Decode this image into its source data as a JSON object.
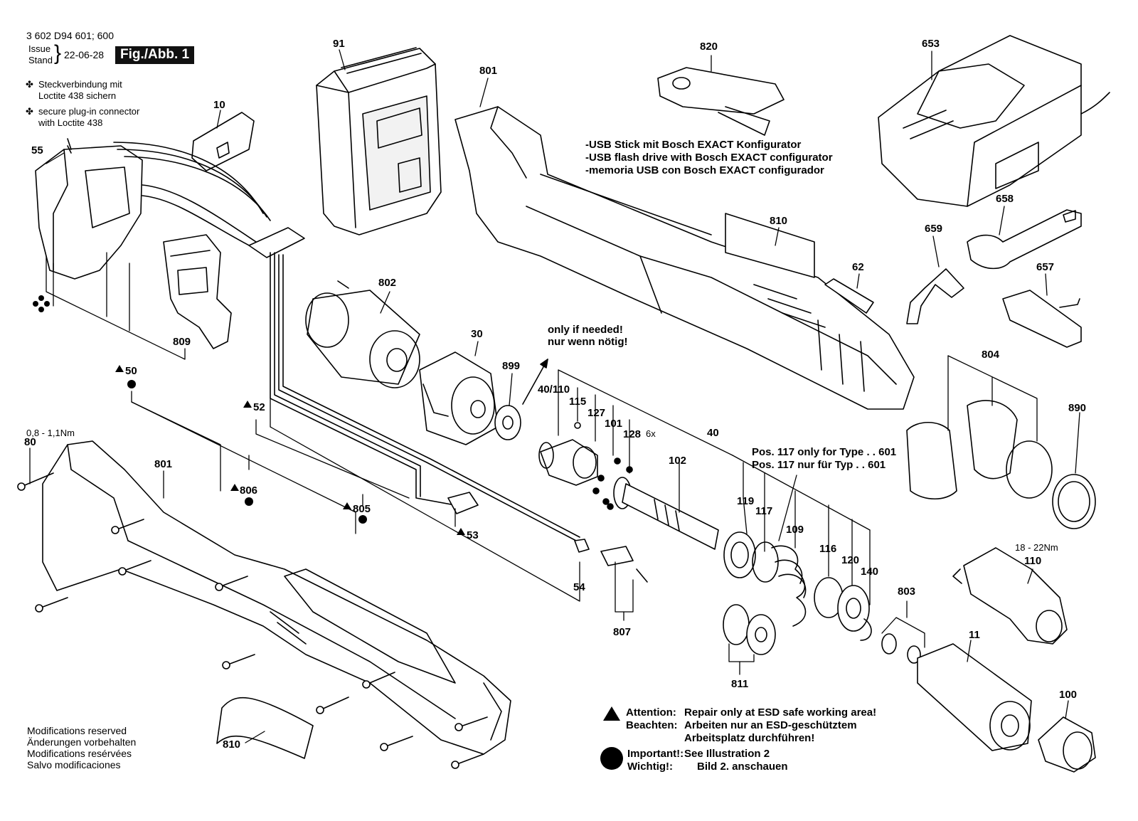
{
  "header": {
    "doc_number": "3 602 D94 601; 600",
    "issue_label": "Issue",
    "stand_label": "Stand",
    "date": "22-06-28",
    "fig_label": "Fig./Abb. 1",
    "note_lines": [
      "Steckverbindung mit",
      "Loctite 438 sichern",
      "secure plug-in connector",
      "with Loctite 438"
    ]
  },
  "usb_note": [
    "-USB Stick mit Bosch EXACT Konfigurator",
    "-USB flash drive with Bosch EXACT configurator",
    "-memoria USB con Bosch EXACT configurador"
  ],
  "only_if_needed": [
    "only if needed!",
    "nur wenn nötig!"
  ],
  "pos117_note": [
    "Pos. 117 only for Type . . 601",
    "Pos. 117 nur für Typ . . 601"
  ],
  "torque": {
    "screw": "0,8 - 1,1Nm",
    "head": "18 - 22Nm"
  },
  "count_6x": "6x",
  "modifications": [
    "Modifications reserved",
    "Änderungen vorbehalten",
    "Modifications resérvées",
    "Salvo modificaciones"
  ],
  "legend": {
    "attention_label": "Attention:",
    "attention_text": "Repair only at ESD safe working area!",
    "beachten_label": "Beachten:",
    "beachten_text_1": "Arbeiten nur an ESD-geschütztem",
    "beachten_text_2": "Arbeitsplatz durchführen!",
    "important_label": "Important!:",
    "important_text": "See Illustration 2",
    "wichtig_label": "Wichtig!:",
    "wichtig_text": "Bild 2. anschauen"
  },
  "parts": {
    "p10": "10",
    "p55": "55",
    "p91": "91",
    "p820": "820",
    "p801a": "801",
    "p653": "653",
    "p810a": "810",
    "p62": "62",
    "p658": "658",
    "p659": "659",
    "p657": "657",
    "p802": "802",
    "p30": "30",
    "p899": "899",
    "p809": "809",
    "p50": "50",
    "p52": "52",
    "p40_110": "40/110",
    "p115": "115",
    "p127": "127",
    "p101": "101",
    "p128": "128",
    "p40": "40",
    "p102": "102",
    "p804": "804",
    "p890": "890",
    "p80": "80",
    "p801b": "801",
    "p806": "806",
    "p805": "805",
    "p53": "53",
    "p54": "54",
    "p807": "807",
    "p119": "119",
    "p117": "117",
    "p109": "109",
    "p116": "116",
    "p120": "120",
    "p140": "140",
    "p803": "803",
    "p110": "110",
    "p11": "11",
    "p811": "811",
    "p100": "100",
    "p810b": "810"
  }
}
